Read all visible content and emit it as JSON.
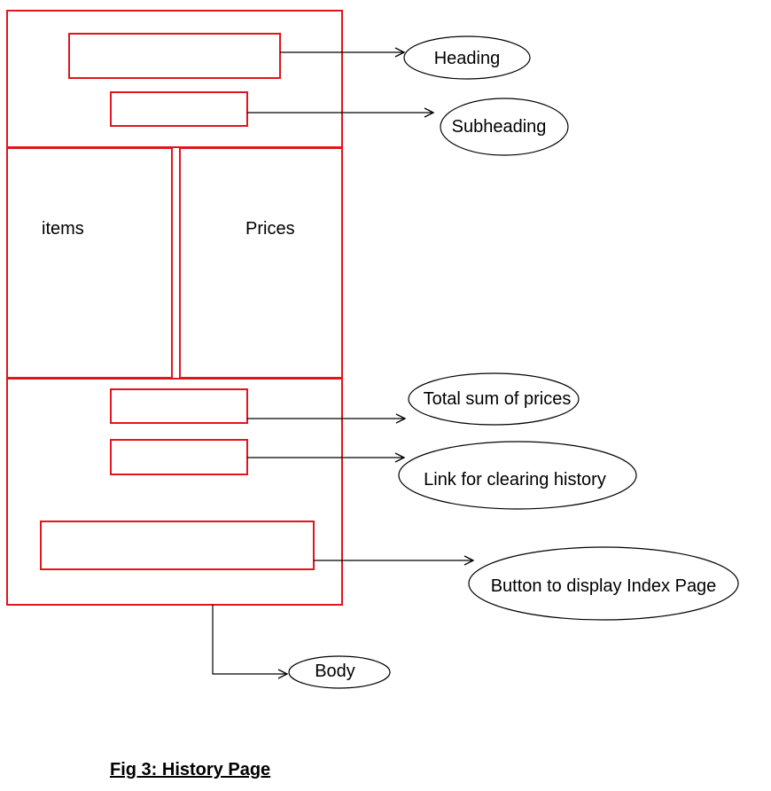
{
  "diagram": {
    "colors": {
      "box": "#e3141c",
      "line": "#000000",
      "text": "#000000"
    },
    "box_labels": {
      "items": "items",
      "prices": "Prices"
    },
    "callouts": {
      "heading": "Heading",
      "subheading": "Subheading",
      "total_sum": "Total sum of prices",
      "clear_history": "Link for clearing history",
      "index_button": "Button to display Index Page",
      "body": "Body"
    },
    "caption": "Fig 3: History Page"
  }
}
